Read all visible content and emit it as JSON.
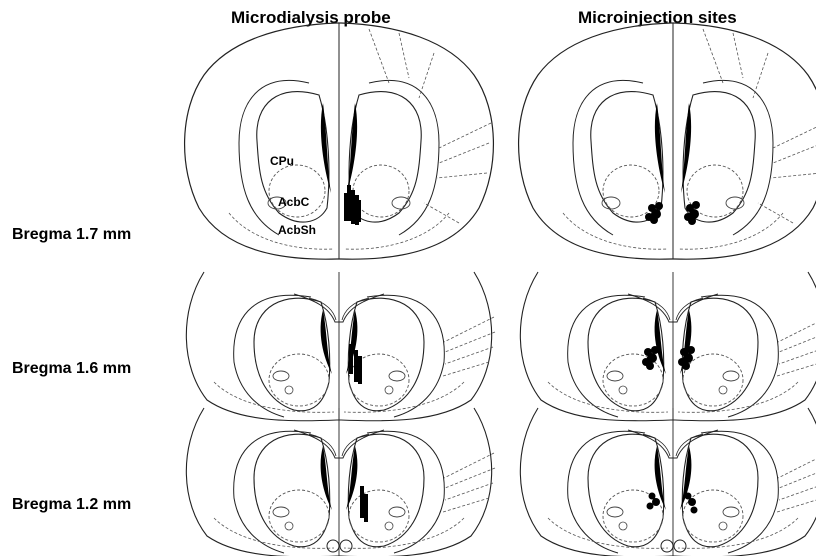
{
  "columns": [
    "Microdialysis probe",
    "Microinjection sites"
  ],
  "rows": [
    "Bregma 1.7 mm",
    "Bregma 1.6 mm",
    "Bregma 1.2 mm"
  ],
  "region_labels": {
    "cpu": "CPu",
    "acbc": "AcbC",
    "acbsh": "AcbSh"
  },
  "colors": {
    "ink": "#000000",
    "line": "#222222",
    "dashed": "#555555"
  }
}
